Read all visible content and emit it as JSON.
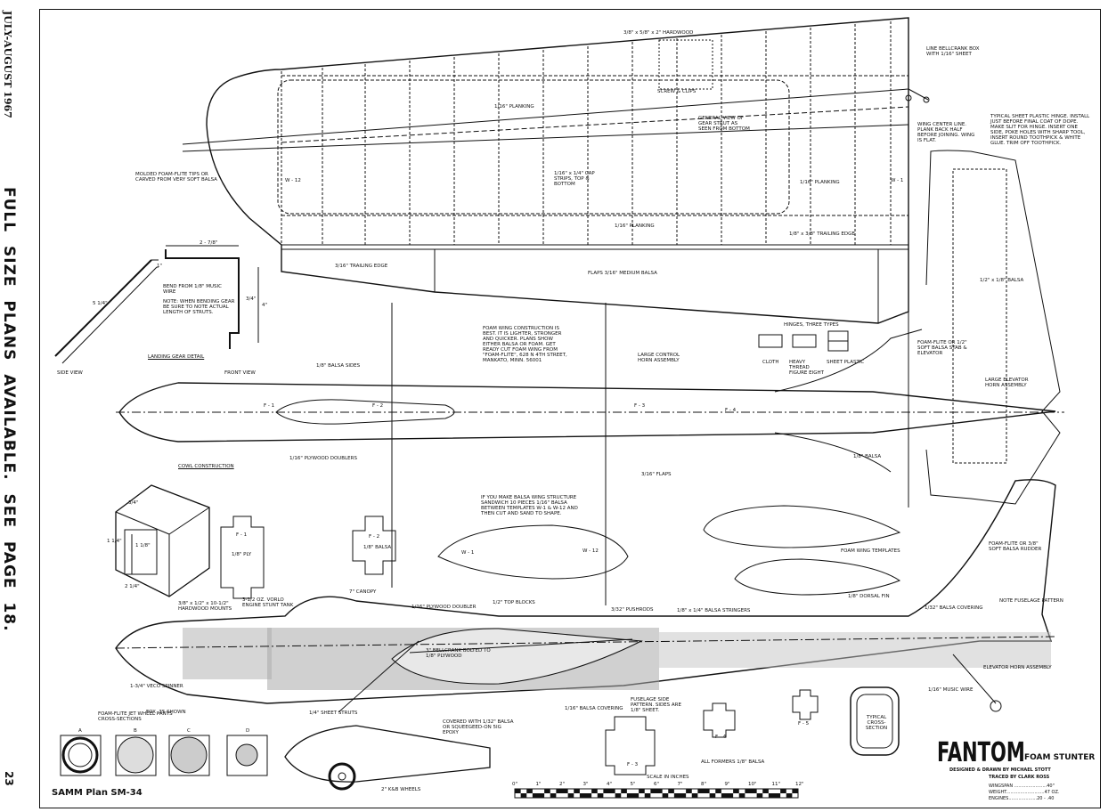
{
  "sidebar": {
    "date": "JULY-AUGUST 1967",
    "banner": "FULL SIZE PLANS AVAILABLE. SEE PAGE 18.",
    "page_number": "23"
  },
  "title": {
    "main": "FANTOM",
    "sub": "FOAM STUNTER"
  },
  "credits": {
    "designed": "DESIGNED & DRAWN BY MICHAEL STOTT",
    "traced": "TRACED BY CLARK ROSS"
  },
  "specs": {
    "wingspan": "WINGSPAN .......................40\"",
    "weight": "WEIGHT...........................47 OZ.",
    "engines": "ENGINES....................20 - .40"
  },
  "plan_id": "SAMM Plan SM-34",
  "scale": {
    "label": "SCALE IN INCHES",
    "ticks": [
      "0\"",
      "1\"",
      "2\"",
      "3\"",
      "4\"",
      "5\"",
      "6\"",
      "7\"",
      "8\"",
      "9\"",
      "10\"",
      "11\"",
      "12\""
    ]
  },
  "wing": {
    "hardwood": "3/8\" x 5/8\" x 2\" HARDWOOD",
    "line_bellcrank": "LINE BELLCRANK BOX WITH 1/16\" SHEET",
    "screw_clips": "SCREW & CLIPS",
    "planking_1": "1/16\" PLANKING",
    "general_view": "GENERAL VIEW OF GEAR STRUT AS SEEN FROM BOTTOM",
    "centerline": "WING CENTER LINE. PLANK BACK HALF BEFORE JOINING. WING IS FLAT.",
    "hinge_note": "TYPICAL SHEET PLASTIC HINGE. INSTALL JUST BEFORE FINAL COAT OF DOPE. MAKE SLIT FOR HINGE. INSERT ONE SIDE, POKE HOLES WITH SHARP TOOL, INSERT ROUND TOOTHPICK & WHITE GLUE. TRIM OFF TOOTHPICK.",
    "tips": "MOLDED FOAM-FLITE TIPS OR CARVED FROM VERY SOFT BALSA",
    "cap_strips": "1/16\" x 1/4\" CAP STRIPS, TOP & BOTTOM",
    "planking_2": "1/16\" PLANKING",
    "planking_3": "1/16\" PLANKING",
    "trailing_1": "1/8\" x 3/8\" TRAILING EDGE",
    "trailing_2": "3/16\" TRAILING EDGE",
    "flaps": "FLAPS 3/16\" MEDIUM BALSA",
    "w12": "W - 12",
    "w1": "W - 1"
  },
  "gear": {
    "dim_top": "2 - 7/8\"",
    "dim_1": "1\"",
    "dim_side": "3/4\"",
    "dim_len": "4\"",
    "dim_diag": "5 1/4\"",
    "bend": "BEND FROM 1/8\" MUSIC WIRE",
    "note": "NOTE: WHEN BENDING GEAR BE SURE TO NOTE ACTUAL LENGTH OF STRUTS.",
    "side_view": "SIDE VIEW",
    "front_view": "FRONT VIEW",
    "detail": "LANDING GEAR DETAIL"
  },
  "fuselage_top": {
    "balsa_sides": "1/8\" BALSA SIDES",
    "foam_note": "FOAM WING CONSTRUCTION IS BEST. IT IS LIGHTER, STRONGER AND QUICKER. PLANS SHOW EITHER BALSA OR FOAM. GET READY CUT FOAM WING FROM \"FOAM-FLITE\", 628 N 4TH STREET, MANKATO, MINN. 56001",
    "large_control": "LARGE CONTROL HORN ASSEMBLY",
    "hinges": "HINGES, THREE TYPES",
    "cloth": "CLOTH",
    "heavy_thread": "HEAVY THREAD FIGURE EIGHT",
    "sheet_plastic": "SHEET PLASTIC",
    "foam_flite_stab": "FOAM-FLITE OR 1/2\" SOFT BALSA STAB & ELEVATOR",
    "balsa_stab": "1/2\" x 1/8\" BALSA",
    "elev_horn": "LARGE ELEVATOR HORN ASSEMBLY",
    "ply_doublers": "1/16\" PLYWOOD DOUBLERS",
    "flaps": "3/16\" FLAPS",
    "balsa_tail": "1/8\" BALSA",
    "f1": "F - 1",
    "f2": "F - 2",
    "f3": "F - 3",
    "f4": "F - 4"
  },
  "middle": {
    "cowl": "COWL CONSTRUCTION",
    "cowl_d1": "3/4\"",
    "cowl_d2": "1 1/8\"",
    "cowl_d3": "1 1/4\"",
    "cowl_d4": "2 1/4\"",
    "f1_label": "F - 1",
    "f1_material": "1/8\" PLY",
    "f2_label": "F - 2",
    "f2_material": "1/8\" BALSA",
    "balsa_wing_note": "IF YOU MAKE BALSA WING STRUCTURE SANDWICH 10 PIECES 1/16\" BALSA BETWEEN TEMPLATES W-1 & W-12 AND THEN CUT AND SAND TO SHAPE.",
    "w1": "W - 1",
    "w12": "W - 12",
    "templates": "FOAM WING TEMPLATES",
    "rudder": "FOAM-FLITE OR 3/8\" SOFT BALSA RUDDER"
  },
  "fuselage_side": {
    "canopy": "7\" CANOPY",
    "hardwood_mounts": "3/8\" x 1/2\" x 10-1/2\" HARDWOOD MOUNTS",
    "tank": "3-1/2 OZ. VORLO ENGINE STUNT TANK",
    "ply_doubler": "1/16\" PLYWOOD DOUBLER",
    "top_blocks": "1/2\" TOP BLOCKS",
    "pushrods": "3/32\" PUSHRODS",
    "stringers": "1/8\" x 1/4\" BALSA STRINGERS",
    "dorsal": "1/8\" DORSAL FIN",
    "balsa_covering_1": "1/32\" BALSA COVERING",
    "fuselage_pattern": "NOTE FUSELAGE PATTERN",
    "bellcrank": "3\" BELLCRANK BOLTED TO 1/8\" PLYWOOD",
    "spinner": "1-3/4\" VECO SPINNER",
    "fox": "FOX .35 SHOWN",
    "balsa_covering_2": "1/16\" BALSA COVERING",
    "side_pattern": "FUSELAGE SIDE PATTERN. SIDES ARE 1/8\" SHEET.",
    "elevator_horn": "ELEVATOR HORN ASSEMBLY",
    "music_wire": "1/16\" MUSIC WIRE"
  },
  "bottom": {
    "wheel_pants": "FOAM-FLITE JET WHEEL PANTS CROSS-SECTIONS",
    "sections": [
      "A",
      "B",
      "C",
      "D"
    ],
    "struts": "1/4\" SHEET STRUTS",
    "covered": "COVERED WITH 1/32\" BALSA OR SQUEEGEED-ON 5IG EPOXY",
    "wheels": "2\" K&B WHEELS",
    "formers": "ALL FORMERS 1/8\" BALSA",
    "f3": "F - 3",
    "f4": "F - 4",
    "f5": "F - 5",
    "typical": "TYPICAL CROSS-SECTION"
  }
}
